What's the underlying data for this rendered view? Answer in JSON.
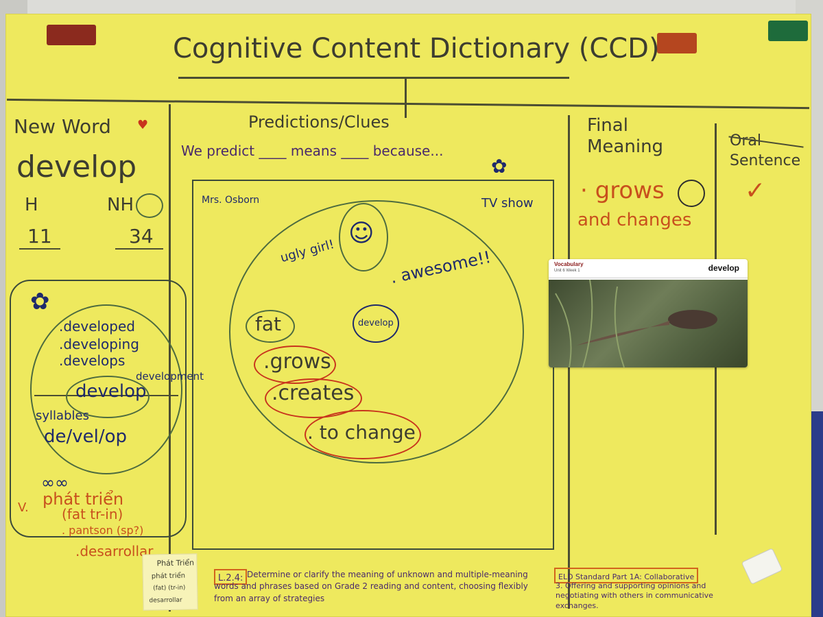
{
  "chart_title": "Cognitive Content Dictionary (CCD)",
  "columns": {
    "new_word": "New Word",
    "predictions": "Predictions/Clues",
    "final_meaning": "Final Meaning",
    "oral_sentence": "Oral Sentence"
  },
  "new_word": {
    "word": "develop",
    "h_label": "H",
    "nh_label": "NH",
    "h_count": "11",
    "nh_count": "34",
    "forms": [
      ".developed",
      ".developing",
      ".develops"
    ],
    "development": "development",
    "center_word": "develop",
    "syllables_label": "syllables",
    "syllables_word": "de/vel/op",
    "vietnamese_prefix": "V.",
    "vietnamese": "phát triển",
    "vietnamese_pronunciation": "(fat tr-in)",
    "other_translation": ". pantson (sp?)",
    "spanish": ".desarrollar"
  },
  "predictions": {
    "prompt": "We predict ____ means ____ because...",
    "teacher": "Mrs. Osborn",
    "source": "TV show",
    "ugly_girl": "ugly girl!",
    "awesome": ". awesome!!",
    "fat": "fat",
    "develop_bubble": "develop",
    "grows": ".grows",
    "creates": ".creates",
    "to_change": ". to change",
    "standard_code": "L.2.4:",
    "standard_text": "Determine or clarify the meaning of unknown and multiple-meaning words and phrases based on Grade 2 reading and content, choosing flexibly from an array of strategies"
  },
  "final_meaning": {
    "line1": "· grows",
    "line2": "and changes"
  },
  "vocab_card": {
    "category": "Vocabulary",
    "unit": "Unit 6 Week 1",
    "word": "develop"
  },
  "eld": {
    "title": "ELD Standard Part 1A: Collaborative",
    "text": "3. Offering and supporting opinions and negotiating with others in communicative exchanges."
  },
  "sticky_note": {
    "line1": "Phát Triển",
    "line2": "phát triển",
    "line3": "(fat) (tr-in)",
    "line4": "desarrollar"
  },
  "colors": {
    "paper": "#eee95e",
    "marker_green": "#4b4d33",
    "marker_navy": "#1f2a6b",
    "marker_orange": "#c8501d",
    "marker_red": "#c8341d"
  }
}
